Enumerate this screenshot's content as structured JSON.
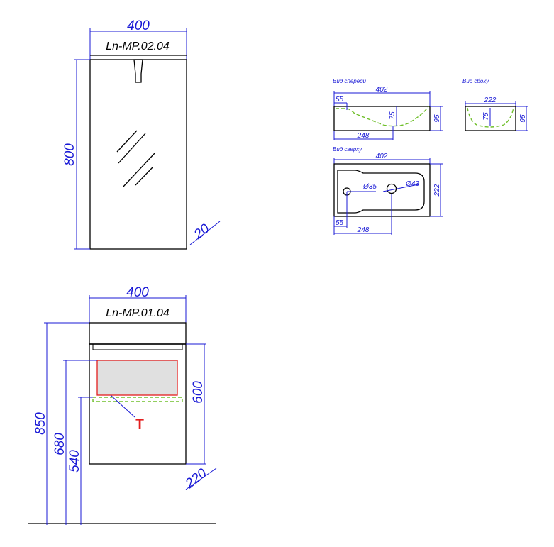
{
  "mirror": {
    "width": "400",
    "height": "800",
    "depth": "20",
    "model": "Ln-MP.02.04"
  },
  "cabinet": {
    "width": "400",
    "height": "600",
    "depth": "220",
    "model": "Ln-MP.01.04",
    "h_total": "850",
    "h_680": "680",
    "h_540": "540",
    "marker": "T"
  },
  "basin": {
    "front_view_label": "Вид спереди",
    "side_view_label": "Вид сбоку",
    "top_view_label": "Вид сверху",
    "front_width": "402",
    "front_left": "55",
    "front_depth_bowl": "75",
    "front_height": "95",
    "front_offset": "248",
    "side_width": "222",
    "side_depth_bowl": "75",
    "side_height": "95",
    "top_width": "402",
    "top_depth": "222",
    "top_left": "55",
    "top_offset": "248",
    "hole_small": "Ø35",
    "hole_large": "Ø43"
  },
  "colors": {
    "dimension": "#1a1ad6",
    "outline": "#000000",
    "drain_dash": "#6fbf2a",
    "marker": "#e31e1e"
  }
}
